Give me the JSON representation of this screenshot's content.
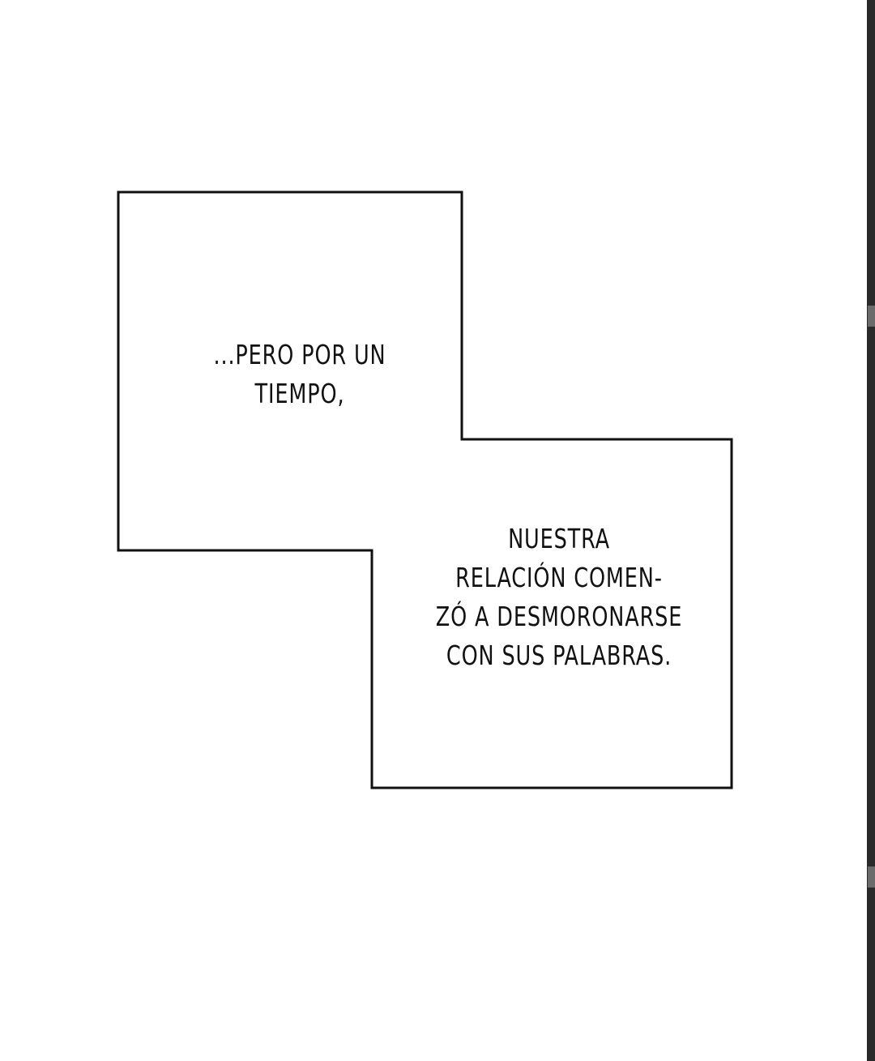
{
  "comic_page": {
    "caption_top": {
      "line1": "...PERO POR UN",
      "line2": "TIEMPO,"
    },
    "caption_bottom": {
      "line1": "NUESTRA",
      "line2": "RELACIÓN COMEN-",
      "line3": "ZÓ A DESMORONARSE",
      "line4": "CON SUS PALABRAS."
    }
  },
  "colors": {
    "background": "#ffffff",
    "border": "#111111",
    "text": "#111111",
    "scrollbar": "#2a2a2a"
  }
}
